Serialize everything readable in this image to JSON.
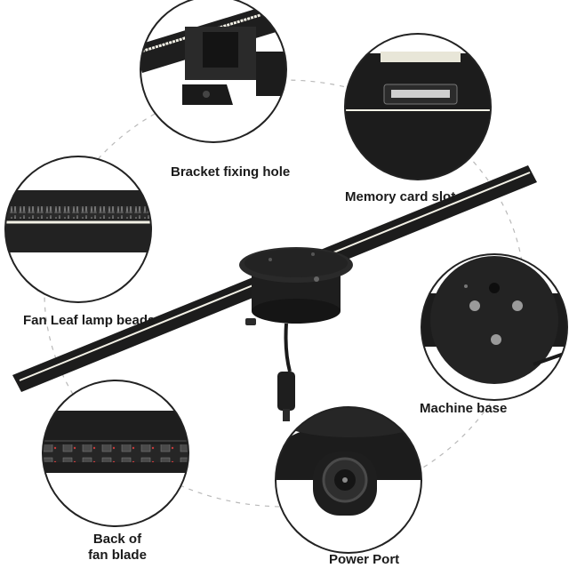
{
  "callouts": {
    "bracket_fixing_hole": "Bracket fixing hole",
    "memory_card_slot": "Memory card slot",
    "fan_leaf_lamp_beads": "Fan Leaf lamp beads",
    "machine_base": "Machine base",
    "back_of_fan_blade_line1": "Back of",
    "back_of_fan_blade_line2": "fan blade",
    "power_port": "Power Port"
  },
  "colors": {
    "device_black": "#1c1c1c",
    "led_strip": "#f3f1e6",
    "dashed_ring": "#b9b9b9",
    "circle_border": "#222222"
  }
}
